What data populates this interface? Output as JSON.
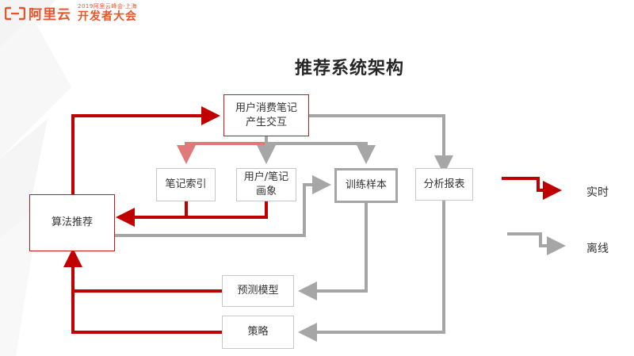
{
  "brand": {
    "name": "阿里云",
    "event_line": "2019阿里云峰会·上海",
    "event_name": "开发者大会",
    "accent": "#e8542c"
  },
  "title": "推荐系统架构",
  "colors": {
    "realtime": "#c00000",
    "offline": "#a6a6a6"
  },
  "nodes": {
    "consume": {
      "line1": "用户消费笔记",
      "line2": "产生交互"
    },
    "note_index": "笔记索引",
    "profile": {
      "line1": "用户/笔记",
      "line2": "画象"
    },
    "train": "训练样本",
    "report": "分析报表",
    "algo": "算法推荐",
    "model": "预测模型",
    "strategy": "策略"
  },
  "legend": {
    "realtime": "实时",
    "offline": "离线"
  }
}
